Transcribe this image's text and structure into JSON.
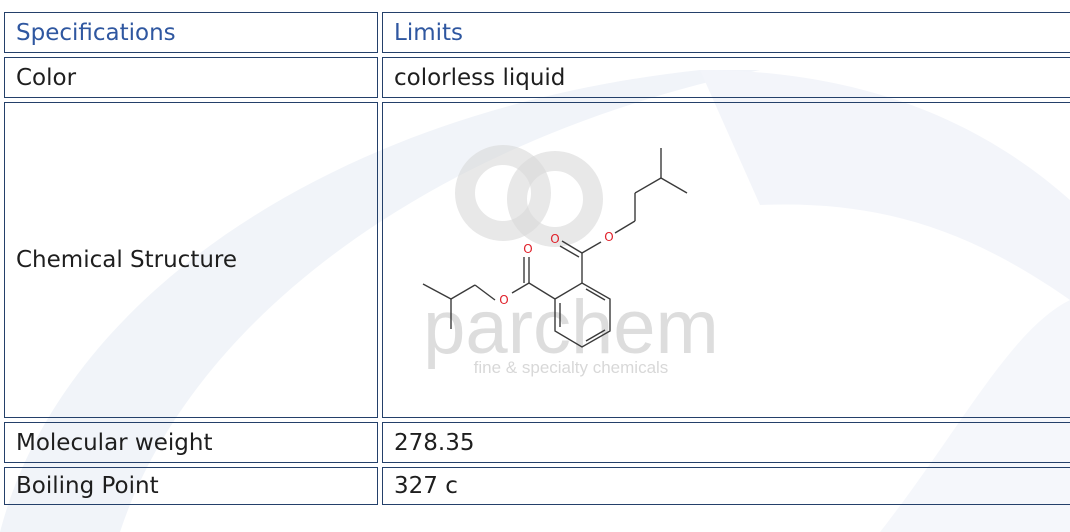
{
  "table": {
    "header": {
      "spec": "Specifications",
      "limit": "Limits"
    },
    "rows": [
      {
        "spec": "Color",
        "value": "colorless liquid"
      },
      {
        "spec": "Chemical Structure",
        "value": ""
      },
      {
        "spec": "Molecular weight",
        "value": "278.35"
      },
      {
        "spec": "Boiling Point",
        "value": "327 c"
      }
    ]
  },
  "structure": {
    "atoms": {
      "ester_oxygen": "O",
      "carbonyl_oxygen": "O"
    },
    "watermark": {
      "brand": "parchem",
      "tagline": "fine & specialty chemicals"
    }
  },
  "colors": {
    "border": "#24406a",
    "header_text": "#2f57a0",
    "body_text": "#1e1e1e",
    "swoosh": "#f1f4f9",
    "oxygen": "#e0202a",
    "bond": "#3a3a3a",
    "watermark": "#d8d8d8"
  }
}
